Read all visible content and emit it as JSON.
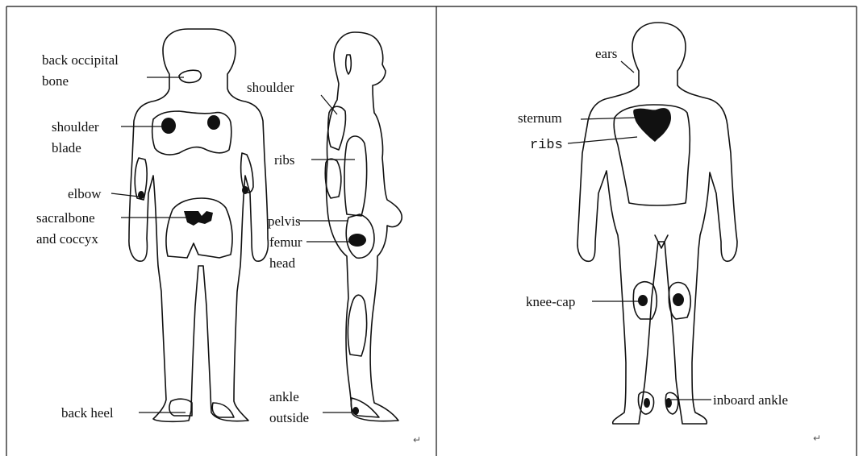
{
  "panels": [
    {
      "labels": {
        "back_occipital_1": "back occipital",
        "back_occipital_2": "bone",
        "shoulder_blade_1": "shoulder",
        "shoulder_blade_2": "blade",
        "elbow": "elbow",
        "sacral_1": "sacralbone",
        "sacral_2": "and coccyx",
        "back_heel": "back heel",
        "shoulder": "shoulder",
        "ribs": "ribs",
        "pelvis": "pelvis",
        "femur_1": "femur",
        "femur_2": "head",
        "ankle_1": "ankle",
        "ankle_2": "outside"
      }
    },
    {
      "labels": {
        "ears": "ears",
        "sternum": "sternum",
        "ribs": "ribs",
        "knee_cap": "knee-cap",
        "inboard_ankle": "inboard ankle"
      }
    }
  ],
  "return_mark": "↵"
}
